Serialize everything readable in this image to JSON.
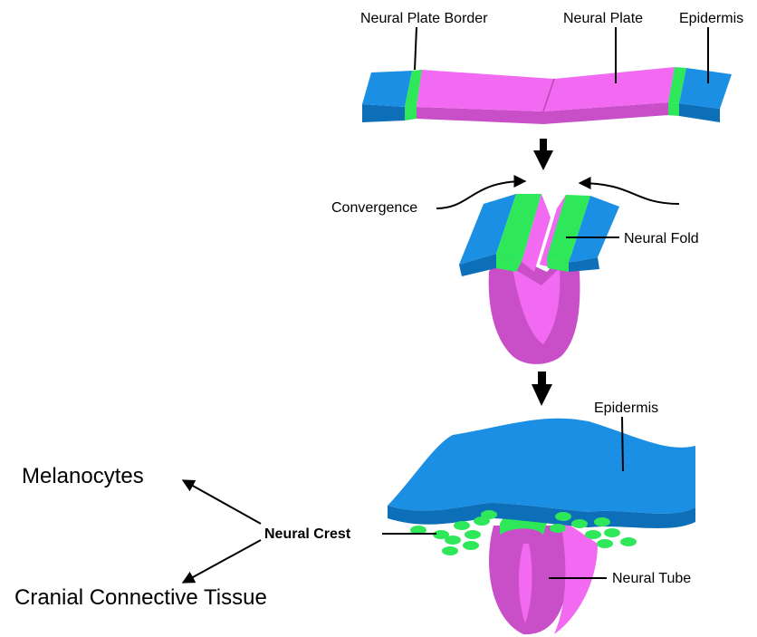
{
  "colors": {
    "epidermis": "#1a8fe3",
    "epidermis_dark": "#0c6fb8",
    "neural_plate": "#f26af2",
    "neural_plate_dark": "#c84fc8",
    "neural_plate_border": "#2ee85a",
    "neural_crest": "#2ee85a"
  },
  "labels": {
    "neural_plate_border": "Neural Plate Border",
    "neural_plate": "Neural Plate",
    "epidermis_top": "Epidermis",
    "convergence": "Convergence",
    "neural_fold": "Neural Fold",
    "epidermis_bottom": "Epidermis",
    "neural_crest": "Neural Crest",
    "neural_tube": "Neural Tube",
    "melanocytes": "Melanocytes",
    "cranial_connective_tissue": "Cranial Connective Tissue"
  }
}
